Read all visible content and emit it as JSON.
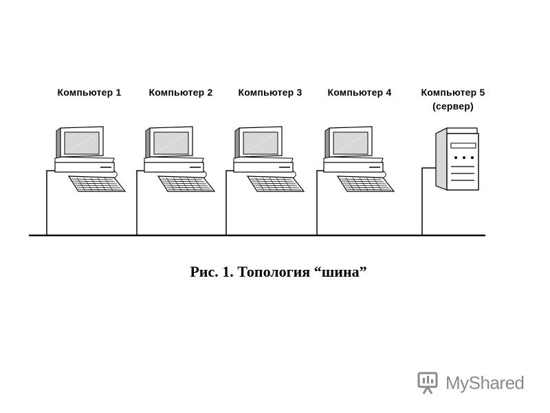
{
  "nodes": [
    {
      "label": "Компьютер 1",
      "sub": "",
      "kind": "workstation"
    },
    {
      "label": "Компьютер 2",
      "sub": "",
      "kind": "workstation"
    },
    {
      "label": "Компьютер 3",
      "sub": "",
      "kind": "workstation"
    },
    {
      "label": "Компьютер 4",
      "sub": "",
      "kind": "workstation"
    },
    {
      "label": "Компьютер 5",
      "sub": "(сервер)",
      "kind": "server"
    }
  ],
  "caption": "Рис. 1. Топология “шина”",
  "watermark": {
    "text": "MyShared",
    "icon": "myshared-logo-icon"
  },
  "colors": {
    "line": "#000000",
    "screen": "#d8d8d8",
    "body": "#ffffff",
    "watermark": "#8a8a8a"
  }
}
